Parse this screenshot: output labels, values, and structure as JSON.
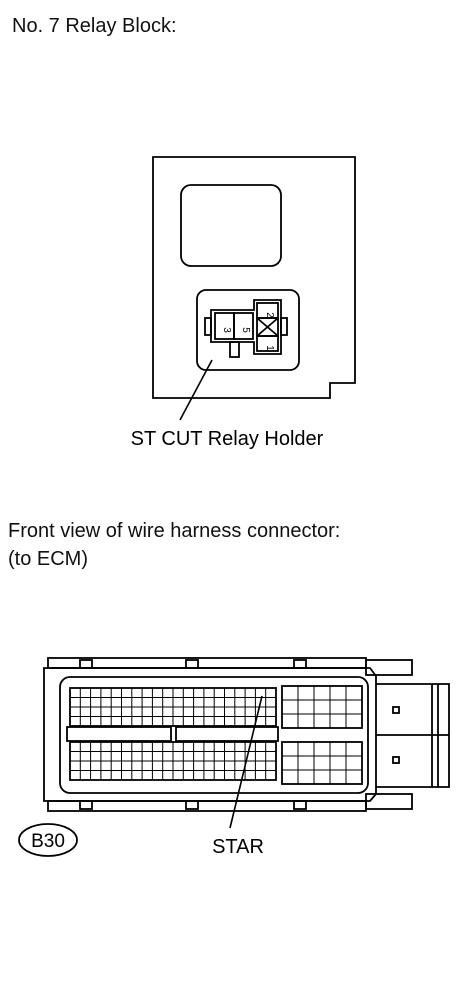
{
  "relay_block": {
    "title": "No. 7 Relay Block:",
    "pins": [
      "3",
      "5",
      "2",
      "1"
    ],
    "callout": "ST CUT Relay Holder"
  },
  "connector": {
    "heading_line1": "Front view of wire harness connector:",
    "heading_line2": "(to ECM)",
    "code": "B30",
    "callout": "STAR"
  }
}
